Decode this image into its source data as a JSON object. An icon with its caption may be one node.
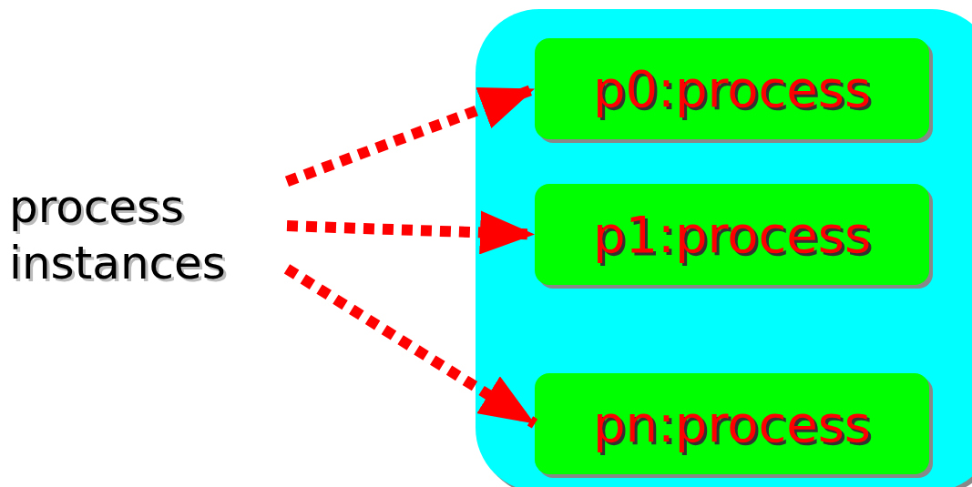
{
  "diagram": {
    "nodes": [
      {
        "text": [
          "process instances"
        ]
      },
      {
        "text": [],
        "shape": "box"
      },
      {
        "text": [
          "p0:process"
        ],
        "in": 1
      },
      {
        "text": [
          "p1:process"
        ],
        "in": 1
      },
      {
        "text": [
          "pn:process"
        ],
        "in": 1
      }
    ],
    "edges": [
      {
        "from": 0,
        "to": 2,
        "arrow": "to",
        "style": "dashed"
      },
      {
        "from": 0,
        "to": 3,
        "arrow": "to",
        "style": "dashed"
      },
      {
        "from": 0,
        "to": 4,
        "arrow": "to",
        "style": "dashed"
      }
    ]
  }
}
